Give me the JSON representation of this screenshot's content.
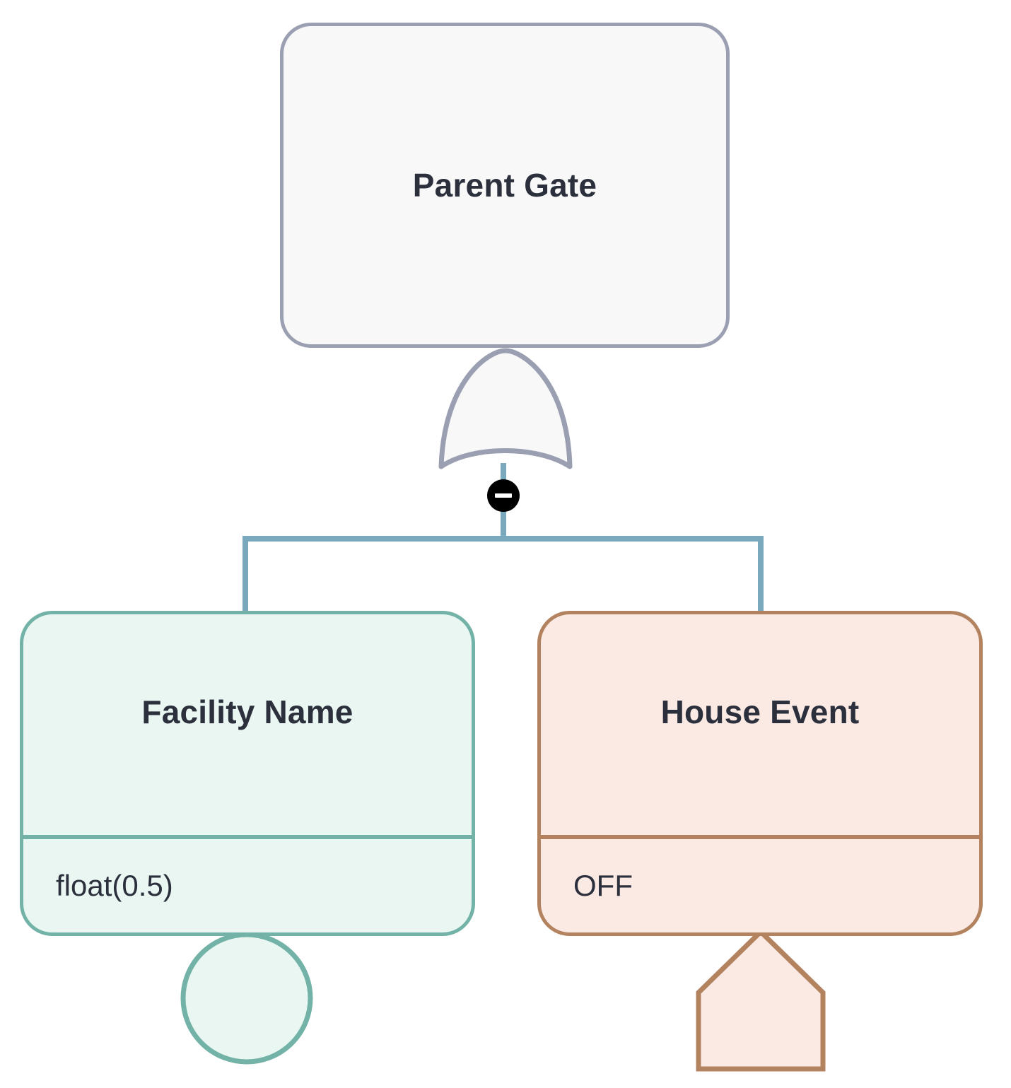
{
  "diagram": {
    "type": "fault-tree",
    "title_node": "Parent Gate",
    "gate_symbol": "and-gate",
    "connector_color": "#7aa9bd",
    "colors": {
      "parent_border": "#9a9fb2",
      "parent_fill": "#f8f8f9",
      "basic_event_border": "#73b3a7",
      "basic_event_fill": "#e9f6f1",
      "house_event_border": "#b3825f",
      "house_event_fill": "#fbe9e4",
      "toggle_fill": "#000000",
      "text": "#2b303c"
    }
  },
  "parent": {
    "label": "Parent Gate",
    "gate": {
      "name": "and-gate-symbol",
      "kind": "AND"
    },
    "toggle": {
      "name": "collapse-toggle",
      "state": "expanded",
      "glyph": "minus"
    }
  },
  "children": [
    {
      "id": "facility-name",
      "label": "Facility Name",
      "value": "float(0.5)",
      "symbol": "basic-event-circle"
    },
    {
      "id": "house-event",
      "label": "House Event",
      "value": "OFF",
      "symbol": "house-event-pentagon"
    }
  ]
}
